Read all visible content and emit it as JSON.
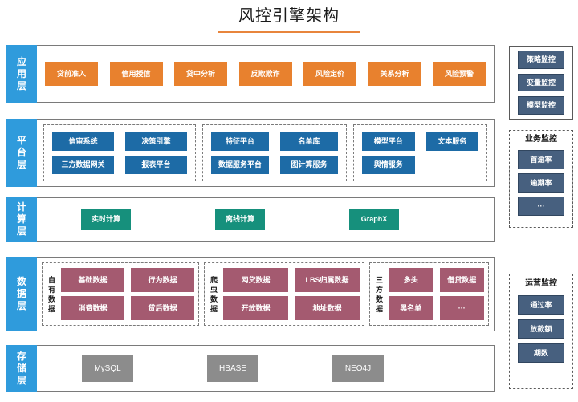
{
  "title": {
    "text": "风控引擎架构",
    "underline_color": "#e8853c"
  },
  "colors": {
    "layer_tab": "#2f9bdc",
    "application": "#e8812e",
    "platform": "#1d6ba6",
    "compute": "#16907c",
    "data": "#a45a70",
    "storage": "#8c8c8c",
    "monitor": "#47607f"
  },
  "layers": [
    {
      "id": "application",
      "tab_chars": [
        "应",
        "用",
        "层"
      ],
      "items": [
        {
          "label": "贷前准入"
        },
        {
          "label": "信用授信"
        },
        {
          "label": "贷中分析"
        },
        {
          "label": "反欺欺诈"
        },
        {
          "label": "风险定价"
        },
        {
          "label": "关系分析"
        },
        {
          "label": "风险预警"
        }
      ]
    },
    {
      "id": "platform",
      "tab_chars": [
        "平",
        "台",
        "层"
      ],
      "groups": [
        {
          "items": [
            {
              "label": "信审系统"
            },
            {
              "label": "决策引擎"
            },
            {
              "label": "三方数据网关"
            },
            {
              "label": "报表平台"
            }
          ]
        },
        {
          "items": [
            {
              "label": "特征平台"
            },
            {
              "label": "名单库"
            },
            {
              "label": "数据服务平台"
            },
            {
              "label": "图计算服务"
            }
          ]
        },
        {
          "items": [
            {
              "label": "模型平台"
            },
            {
              "label": "文本服务"
            },
            {
              "label": "舆情服务"
            }
          ]
        }
      ]
    },
    {
      "id": "compute",
      "tab_chars": [
        "计",
        "算",
        "层"
      ],
      "items": [
        {
          "label": "实时计算"
        },
        {
          "label": "离线计算"
        },
        {
          "label": "GraphX"
        }
      ]
    },
    {
      "id": "data",
      "tab_chars": [
        "数",
        "据",
        "层"
      ],
      "groups": [
        {
          "vlabel_chars": [
            "自",
            "有",
            "数",
            "据"
          ],
          "items": [
            {
              "label": "基础数据"
            },
            {
              "label": "行为数据"
            },
            {
              "label": "消费数据"
            },
            {
              "label": "贷后数据"
            }
          ]
        },
        {
          "vlabel_chars": [
            "爬",
            "虫",
            "数",
            "据"
          ],
          "items": [
            {
              "label": "网贷数据"
            },
            {
              "label": "LBS归属数据"
            },
            {
              "label": "开放数据"
            },
            {
              "label": "地址数据"
            }
          ]
        },
        {
          "vlabel_chars": [
            "三",
            "方",
            "数",
            "据"
          ],
          "items": [
            {
              "label": "多头"
            },
            {
              "label": "借贷数据"
            },
            {
              "label": "黑名单"
            },
            {
              "label": "···"
            }
          ]
        }
      ]
    },
    {
      "id": "storage",
      "tab_chars": [
        "存",
        "储",
        "层"
      ],
      "items": [
        {
          "label": "MySQL"
        },
        {
          "label": "HBASE"
        },
        {
          "label": "NEO4J"
        }
      ]
    }
  ],
  "monitor_panels": [
    {
      "id": "tech-monitor",
      "title": "",
      "items": [
        {
          "label": "策略监控"
        },
        {
          "label": "变量监控"
        },
        {
          "label": "模型监控"
        }
      ]
    },
    {
      "id": "business-monitor",
      "title": "业务监控",
      "items": [
        {
          "label": "首逾率"
        },
        {
          "label": "逾期率"
        },
        {
          "label": "···"
        }
      ]
    },
    {
      "id": "operation-monitor",
      "title": "运营监控",
      "items": [
        {
          "label": "通过率"
        },
        {
          "label": "放款额"
        },
        {
          "label": "期数"
        }
      ]
    }
  ]
}
